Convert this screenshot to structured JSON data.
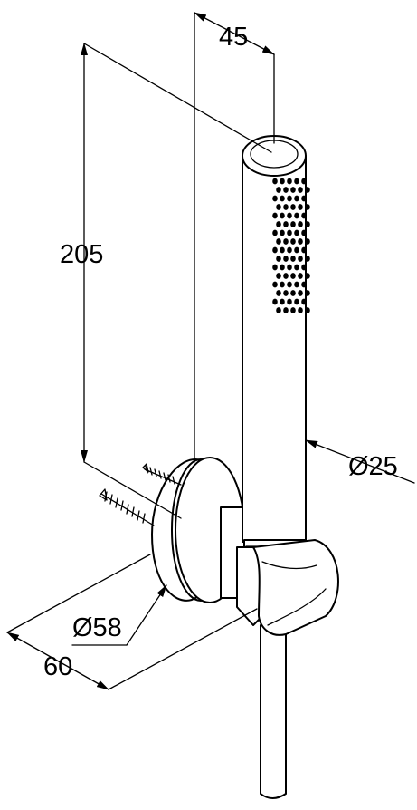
{
  "dimensions": {
    "width_top": "45",
    "height": "205",
    "handle_diameter": "Ø25",
    "rosette_diameter": "Ø58",
    "projection": "60"
  }
}
